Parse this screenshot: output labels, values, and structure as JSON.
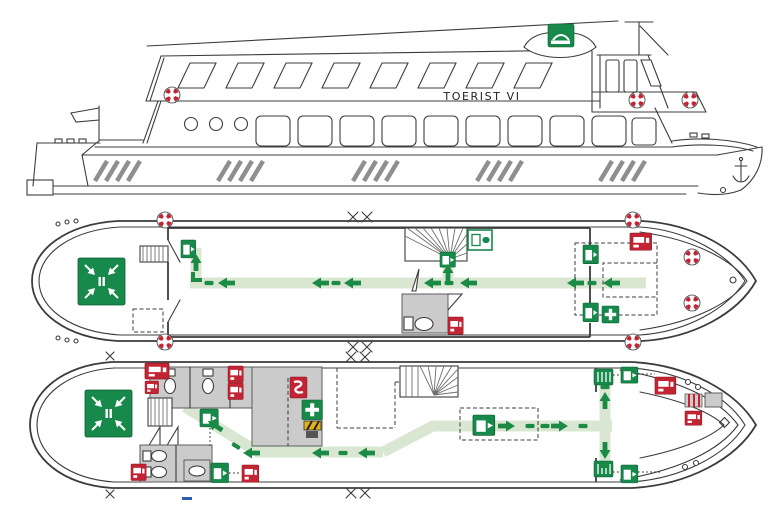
{
  "vessel": {
    "name": "TOERIST VI"
  },
  "plan": {
    "kind": "passenger-ship-safety-evacuation-plan",
    "views": [
      "side-profile",
      "upper-deck",
      "lower-deck"
    ]
  },
  "colors": {
    "safety_green": "#17894a",
    "route_green": "#d9e7d2",
    "alarm_red": "#c32433",
    "room_gray": "#cbcbcb",
    "line_dark": "#3c3c3c",
    "hazard_yellow": "#e3b218",
    "note_blue": "#2b5fb4"
  },
  "icon_legend": [
    {
      "id": "assembly-station",
      "meaning": "assembly / muster station",
      "shape": "green square with four white arrows pointing to centre"
    },
    {
      "id": "exit-sign",
      "meaning": "emergency exit",
      "shape": "green square with white door and arrow"
    },
    {
      "id": "stair-exit",
      "meaning": "escape stairway",
      "shape": "green square with white ladder hatching"
    },
    {
      "id": "first-aid",
      "meaning": "first aid kit",
      "shape": "green square with white cross"
    },
    {
      "id": "fire-equipment",
      "meaning": "fire extinguisher / fire hose",
      "shape": "red square with white pictogram"
    },
    {
      "id": "life-buoy",
      "meaning": "lifebuoy",
      "shape": "red and white quartered ring"
    },
    {
      "id": "life-raft",
      "meaning": "life raft",
      "shape": "green square on raft container"
    },
    {
      "id": "escape-route",
      "meaning": "escape route",
      "shape": "light green band with dark green dashed arrows"
    },
    {
      "id": "aed-box",
      "meaning": "hazard-striped equipment box",
      "shape": "yellow box with black diagonal stripes"
    }
  ],
  "side_profile": {
    "name_on_hull": "TOERIST VI",
    "icons": [
      {
        "type": "life-raft",
        "count": 1
      },
      {
        "type": "life-buoy",
        "count": 3
      }
    ]
  },
  "upper_deck": {
    "icons": [
      {
        "type": "life-buoy",
        "count": 6
      },
      {
        "type": "assembly-station",
        "count": 1
      },
      {
        "type": "exit-sign",
        "count": 4
      },
      {
        "type": "first-aid",
        "count": 1
      },
      {
        "type": "fire-equipment",
        "count": 2
      }
    ],
    "route_arrows_direction": "toward stern stair exit"
  },
  "lower_deck": {
    "icons": [
      {
        "type": "assembly-station",
        "count": 1
      },
      {
        "type": "exit-sign",
        "count": 5
      },
      {
        "type": "stair-exit",
        "count": 2
      },
      {
        "type": "first-aid",
        "count": 1
      },
      {
        "type": "fire-equipment",
        "count": 9
      },
      {
        "type": "aed-box",
        "count": 1
      }
    ],
    "route_arrows_direction": "toward stern stairs and bow stair exits"
  }
}
